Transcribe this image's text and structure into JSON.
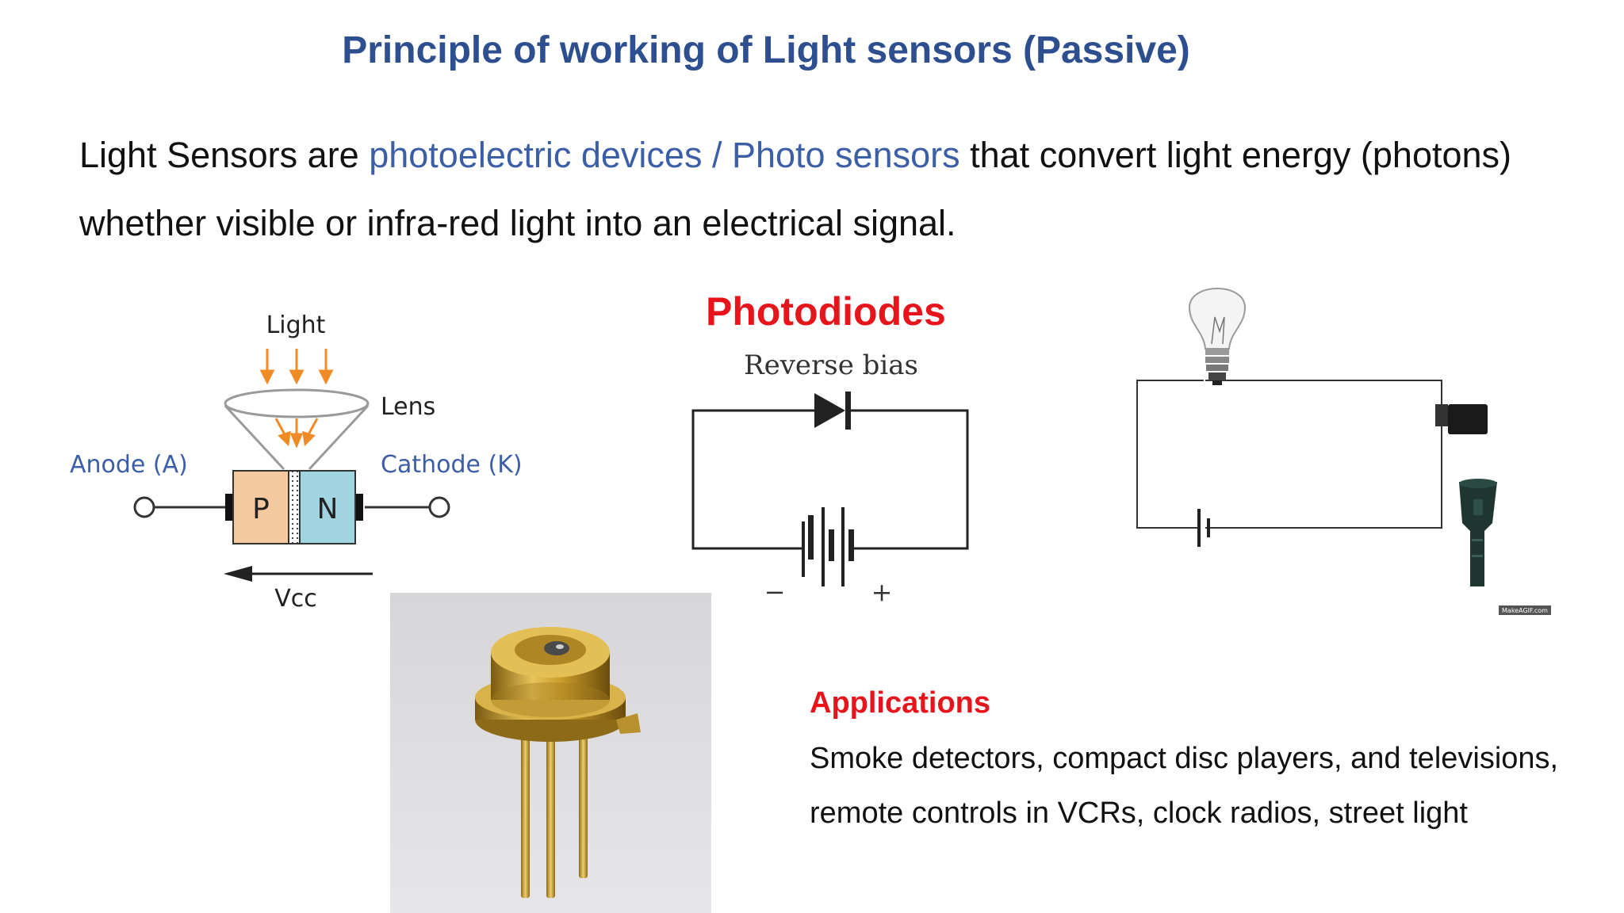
{
  "title": "Principle of working of Light sensors (Passive)",
  "intro": {
    "line1_before": "Light Sensors are ",
    "line1_highlight": "photoelectric devices / Photo sensors",
    "line1_after": " that convert light energy (photons)",
    "line2": "whether visible or infra-red light into an electrical signal."
  },
  "pn_diagram": {
    "light_label": "Light",
    "lens_label": "Lens",
    "anode_label": "Anode (A)",
    "cathode_label": "Cathode (K)",
    "p_label": "P",
    "n_label": "N",
    "vcc_label": "Vcc",
    "colors": {
      "p_region": "#f5c9a0",
      "n_region": "#9fd4e0",
      "arrow": "#f08a24",
      "terminal_label": "#3b5ea6"
    }
  },
  "photodiode_circuit": {
    "heading": "Photodiodes",
    "bias_label": "Reverse bias",
    "minus_label": "−",
    "plus_label": "+"
  },
  "lamp_circuit": {
    "watermark": "MakeAGIF.com"
  },
  "applications": {
    "heading": "Applications",
    "line1": "Smoke detectors, compact disc players, and televisions,",
    "line2": "remote controls in VCRs, clock radios, street light"
  },
  "colors": {
    "title": "#2e4f8f",
    "highlight": "#3b5ea6",
    "accent_red": "#e8141b"
  }
}
